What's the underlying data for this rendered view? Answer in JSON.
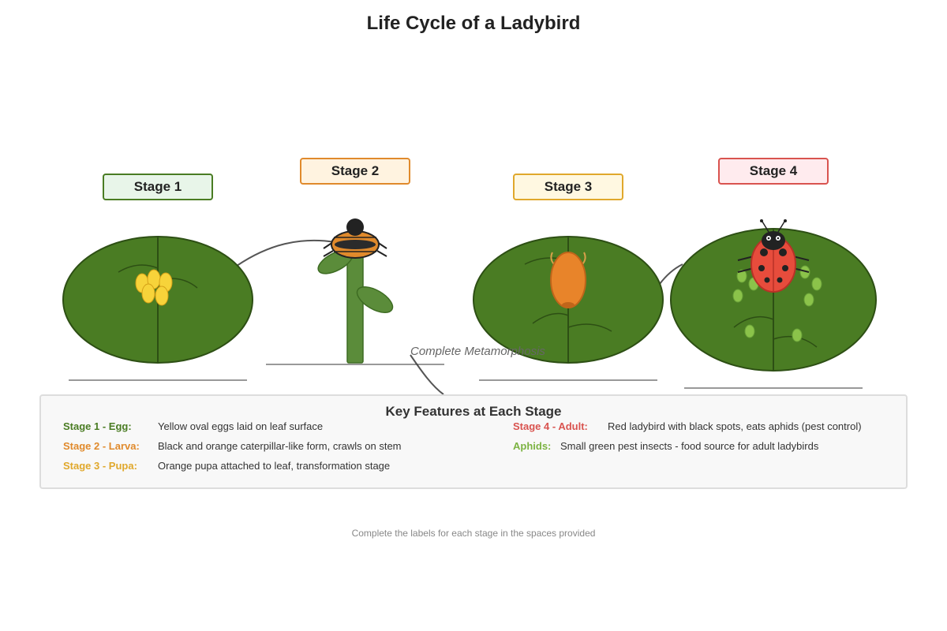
{
  "title": "Life Cycle of a Ladybird",
  "stages": [
    {
      "label": "Stage 1",
      "border": "#4a7c23",
      "fill": "#e8f5e9"
    },
    {
      "label": "Stage 2",
      "border": "#e08a2c",
      "fill": "#fff3e0"
    },
    {
      "label": "Stage 3",
      "border": "#e0a82c",
      "fill": "#fff8e1"
    },
    {
      "label": "Stage 4",
      "border": "#d9534f",
      "fill": "#ffebee"
    }
  ],
  "arrow_label": "Complete Metamorphosis",
  "key_features": {
    "title": "Key Features at Each Stage",
    "left": [
      {
        "label": "Stage 1 - Egg:",
        "text": "Yellow oval eggs laid on leaf surface",
        "color": "#4a7c23"
      },
      {
        "label": "Stage 2 - Larva:",
        "text": "Black and orange caterpillar-like form, crawls on stem",
        "color": "#e08a2c"
      },
      {
        "label": "Stage 3 - Pupa:",
        "text": "Orange pupa attached to leaf, transformation stage",
        "color": "#e0a82c"
      }
    ],
    "right": [
      {
        "label": "Stage 4 - Adult:",
        "text": "Red ladybird with black spots, eats aphids (pest control)",
        "color": "#d9534f"
      },
      {
        "label": "Aphids:",
        "text": "Small green pest insects - food source for adult ladybirds",
        "color": "#7cb342"
      }
    ]
  },
  "footer": "Complete the labels for each stage in the spaces provided",
  "colors": {
    "leaf": "#4a7c23",
    "leaf_dark": "#2d4f14",
    "egg": "#f7d33a",
    "larva_orange": "#e08a2c",
    "pupa": "#e8842a",
    "adult_red": "#e74c3c",
    "aphid": "#8bc34a"
  }
}
